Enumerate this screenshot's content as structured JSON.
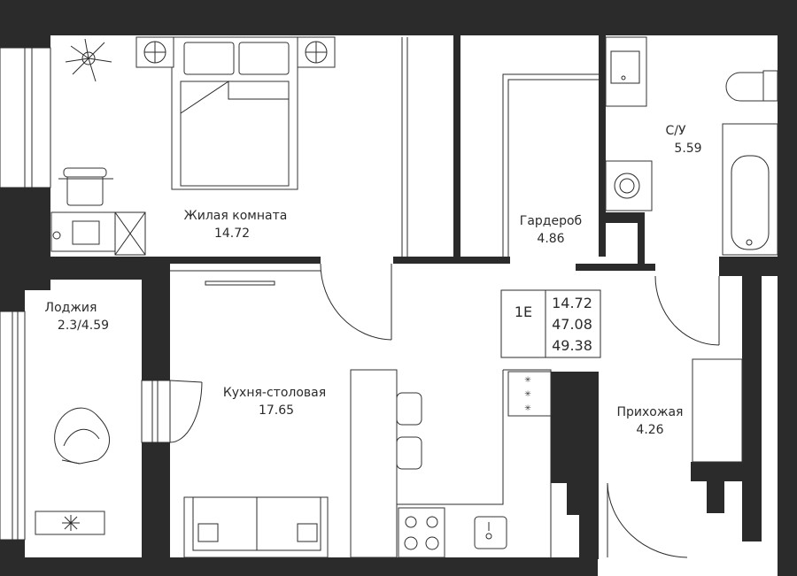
{
  "rooms": {
    "living_room": {
      "name": "Жилая комната",
      "area": "14.72"
    },
    "wardrobe": {
      "name": "Гардероб",
      "area": "4.86"
    },
    "bathroom": {
      "name": "С/У",
      "area": "5.59"
    },
    "loggia": {
      "name": "Лоджия",
      "area": "2.3/4.59"
    },
    "kitchen": {
      "name": "Кухня-столовая",
      "area": "17.65"
    },
    "hallway": {
      "name": "Прихожая",
      "area": "4.26"
    }
  },
  "apartment_info": {
    "type": "1E",
    "living_area": "14.72",
    "total_area": "47.08",
    "total_area_with_loggia": "49.38"
  },
  "colors": {
    "wall": "#2b2b2b",
    "background": "#ffffff",
    "line": "#333333"
  },
  "icons": [
    "bed-icon",
    "plant-icon",
    "lamp-icon",
    "armchair-icon",
    "tv-stand-icon",
    "sofa-icon",
    "stool-icon",
    "stove-icon",
    "sink-icon",
    "toilet-icon",
    "bathtub-icon",
    "washer-icon",
    "lounge-chair-icon",
    "heater-icon",
    "door-swing-icon",
    "window-icon"
  ]
}
